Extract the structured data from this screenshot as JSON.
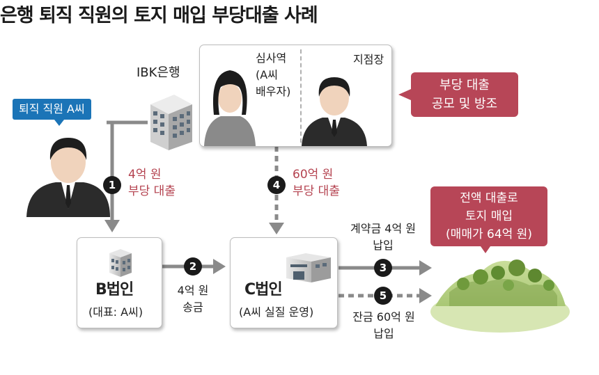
{
  "title": "은행 퇴직 직원의 토지 매입 부당대출 사례",
  "bank_label": "IBK은행",
  "former_employee_label": "퇴직 직원 A씨",
  "reviewer": {
    "line1": "심사역",
    "line2": "(A씨",
    "line3": "배우자)"
  },
  "branch_manager": "지점장",
  "collusion_callout": {
    "line1": "부당 대출",
    "line2": "공모 및 방조"
  },
  "land_callout": {
    "line1": "전액 대출로",
    "line2": "토지 매입",
    "line3": "(매매가 64억 원)"
  },
  "b_corp": {
    "name": "B법인",
    "rep": "(대표: A씨)"
  },
  "c_corp": {
    "name": "C법인",
    "note": "(A씨 실질 운영)"
  },
  "steps": [
    {
      "num": "1",
      "line1": "4억 원",
      "line2": "부당 대출"
    },
    {
      "num": "2",
      "line1": "4억 원",
      "line2": "송금"
    },
    {
      "num": "3",
      "line1": "계약금 4억 원",
      "line2": "납입"
    },
    {
      "num": "4",
      "line1": "60억 원",
      "line2": "부당 대출"
    },
    {
      "num": "5",
      "line1": "잔금 60억 원",
      "line2": "납입"
    }
  ],
  "colors": {
    "accent_red": "#b74657",
    "accent_blue": "#1b74b7",
    "arrow_gray": "#8a8a8a"
  }
}
